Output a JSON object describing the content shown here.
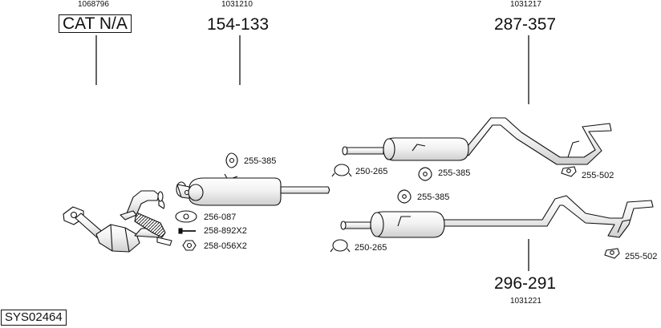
{
  "assemblies": {
    "catalyst": {
      "ref": "1068796",
      "code": "CAT N/A"
    },
    "front_muffler": {
      "ref": "1031210",
      "code": "154-133"
    },
    "rear_upper": {
      "ref": "1031217",
      "code": "287-357"
    },
    "rear_lower": {
      "ref": "1031221",
      "code": "296-291"
    }
  },
  "parts": {
    "hanger_front": "255-385",
    "gasket": "256-087",
    "bolt": "258-892X2",
    "nut": "258-056X2",
    "clamp_upper": "250-265",
    "hanger_upper_mid": "255-385",
    "mount_upper_rear": "255-502",
    "hanger_lower_mid": "255-385",
    "clamp_lower": "250-265",
    "mount_lower_rear": "255-502"
  },
  "system_code": "SYS02464",
  "colors": {
    "line": "#111111",
    "background": "#ffffff",
    "pipe_fill": "#f4f4f4"
  }
}
